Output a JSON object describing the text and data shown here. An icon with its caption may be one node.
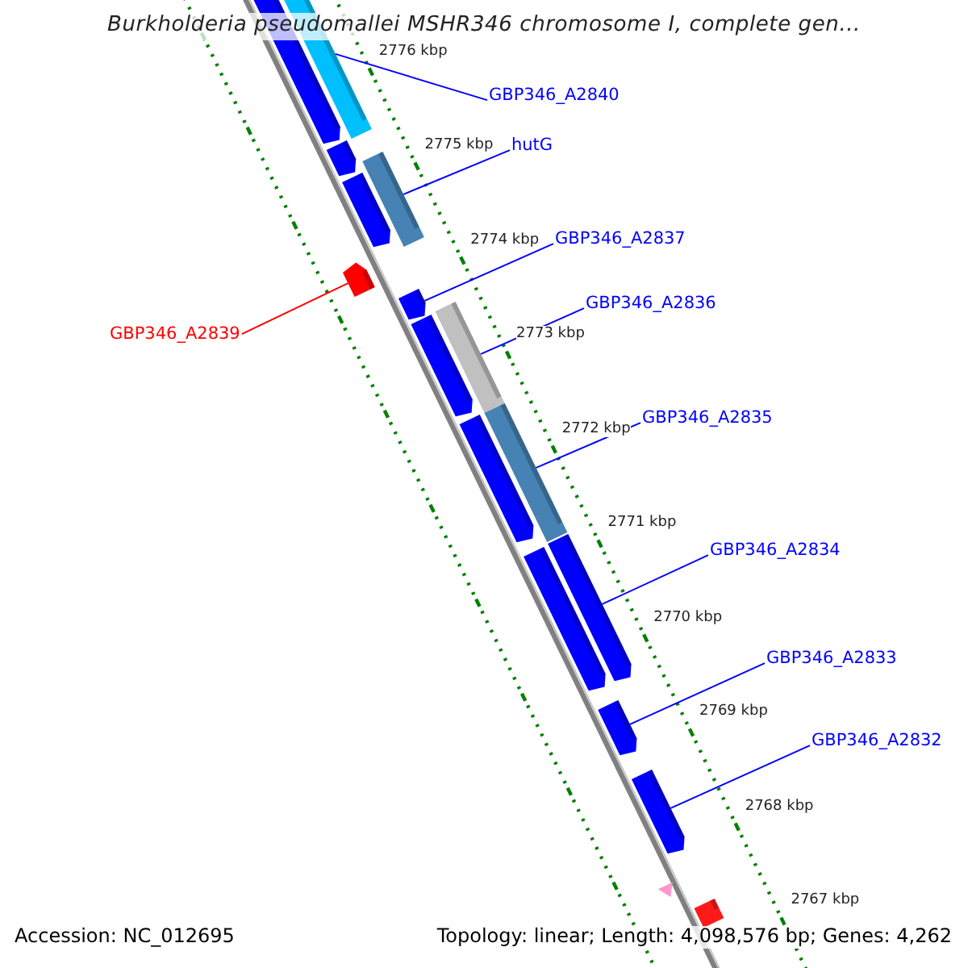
{
  "diagram": {
    "title": "Burkholderia pseudomallei MSHR346 chromosome I, complete gen...",
    "nodes": [
      {
        "text": [
          "GBP346_A2840"
        ]
      },
      {
        "text": [],
        "shape": "box"
      },
      {
        "text": [
          "hutG"
        ]
      },
      {
        "text": [],
        "shape": "box"
      },
      {
        "text": [
          "GBP346_A2837"
        ]
      },
      {
        "text": [],
        "shape": "arrow"
      },
      {
        "text": [
          "GBP346_A2839"
        ]
      },
      {
        "text": [],
        "shape": "arrow"
      },
      {
        "text": [
          "GBP346_A2836"
        ]
      },
      {
        "text": [],
        "shape": "box"
      },
      {
        "text": [
          "GBP346_A2835"
        ]
      },
      {
        "text": [],
        "shape": "box"
      },
      {
        "text": [
          "GBP346_A2834"
        ]
      },
      {
        "text": [],
        "shape": "arrow"
      },
      {
        "text": [
          "GBP346_A2833"
        ]
      },
      {
        "text": [],
        "shape": "arrow"
      },
      {
        "text": [
          "GBP346_A2832"
        ]
      },
      {
        "text": [],
        "shape": "arrow"
      },
      {
        "text": [],
        "shape": "arrow"
      },
      {
        "text": [],
        "shape": "arrow"
      },
      {
        "text": [],
        "shape": "arrow"
      },
      {
        "text": [],
        "shape": "arrow"
      },
      {
        "text": [],
        "shape": "arrow"
      },
      {
        "text": [],
        "shape": "arrow"
      },
      {
        "text": [],
        "shape": "triangle"
      },
      {
        "text": [],
        "shape": "arrow"
      }
    ],
    "edges": [
      {
        "from": 0,
        "to": 1,
        "arrow": "none"
      },
      {
        "from": 2,
        "to": 3,
        "arrow": "none"
      },
      {
        "from": 4,
        "to": 5,
        "arrow": "none"
      },
      {
        "from": 6,
        "to": 7,
        "arrow": "none",
        "color": "#ff0000"
      },
      {
        "from": 8,
        "to": 9,
        "arrow": "none"
      },
      {
        "from": 10,
        "to": 11,
        "arrow": "none"
      },
      {
        "from": 12,
        "to": 13,
        "arrow": "none"
      },
      {
        "from": 14,
        "to": 15,
        "arrow": "none"
      },
      {
        "from": 16,
        "to": 17,
        "arrow": "none"
      }
    ],
    "labels": [
      "2776 kbp",
      "2775 kbp",
      "2774 kbp",
      "2773 kbp",
      "2772 kbp",
      "2771 kbp",
      "2770 kbp",
      "2769 kbp",
      "2768 kbp",
      "2767 kbp",
      "Accession: NC_012695",
      "Topology: linear; Length: 4,098,576 bp; Genes: 4,262"
    ]
  }
}
